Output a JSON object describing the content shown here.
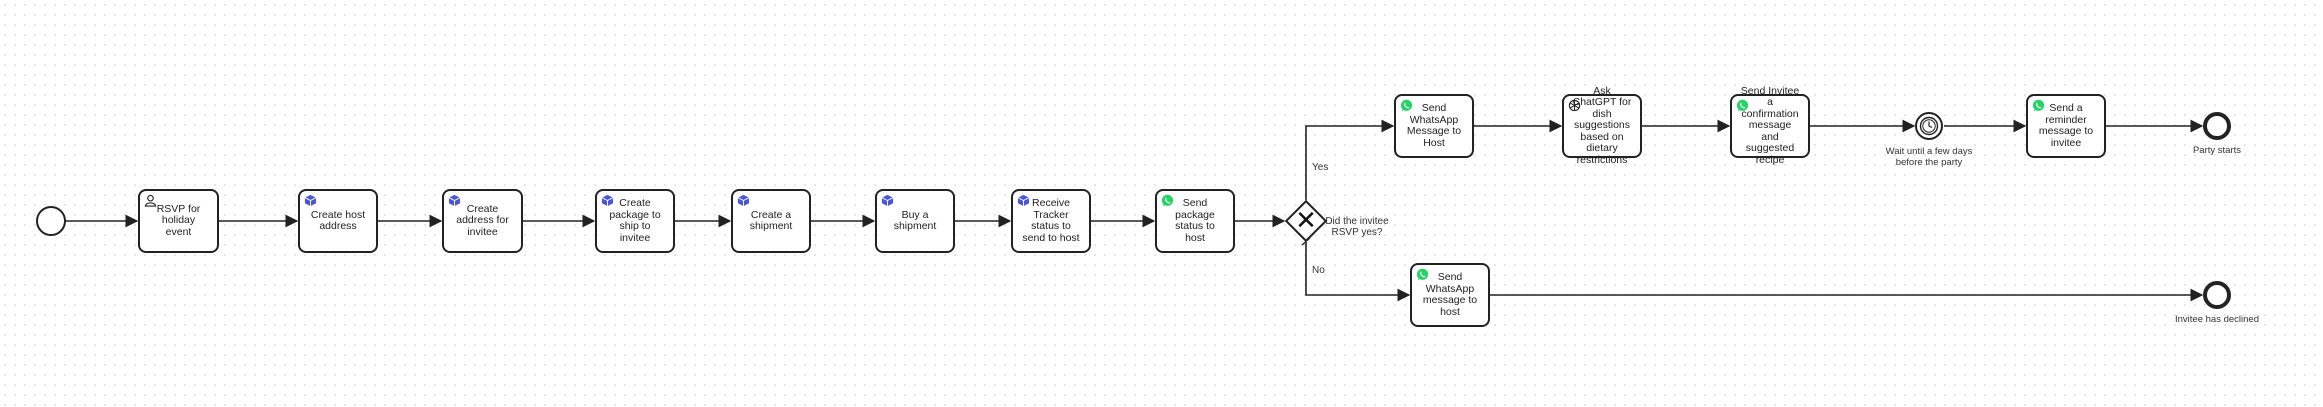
{
  "diagram": {
    "tasks": {
      "rsvp": {
        "label": "RSVP for holiday event",
        "icon": "user-icon"
      },
      "create_host_address": {
        "label": "Create host address",
        "icon": "api-cube-icon"
      },
      "create_invitee_address": {
        "label": "Create address for invitee",
        "icon": "api-cube-icon"
      },
      "create_package": {
        "label": "Create package to ship to invitee",
        "icon": "api-cube-icon"
      },
      "create_shipment": {
        "label": "Create a shipment",
        "icon": "api-cube-icon"
      },
      "buy_shipment": {
        "label": "Buy a shipment",
        "icon": "api-cube-icon"
      },
      "receive_tracker": {
        "label": "Receive Tracker status to send to host",
        "icon": "api-cube-icon"
      },
      "send_package_status": {
        "label": "Send package status to host",
        "icon": "whatsapp-icon"
      },
      "send_whatsapp_host_yes": {
        "label": "Send WhatsApp Message to Host",
        "icon": "whatsapp-icon"
      },
      "ask_chatgpt": {
        "label": "Ask ChatGPT for dish suggestions based on dietary restrictions",
        "icon": "chatgpt-icon"
      },
      "send_invitee_confirmation": {
        "label": "Send Invitee a confirmation message and suggested recipe",
        "icon": "whatsapp-icon"
      },
      "send_reminder": {
        "label": "Send a reminder message to invitee",
        "icon": "whatsapp-icon"
      },
      "send_whatsapp_host_no": {
        "label": "Send WhatsApp message to host",
        "icon": "whatsapp-icon"
      }
    },
    "gateway": {
      "label": "Did the invitee RSVP yes?"
    },
    "flows": {
      "yes": "Yes",
      "no": "No"
    },
    "events": {
      "timer": {
        "label": "Wait until a few days before the party"
      },
      "party_starts": {
        "label": "Party starts"
      },
      "declined": {
        "label": "Invitee has declined"
      }
    },
    "colors": {
      "stroke": "#222222",
      "api": "#4b56d6",
      "whatsapp": "#25d366"
    }
  }
}
